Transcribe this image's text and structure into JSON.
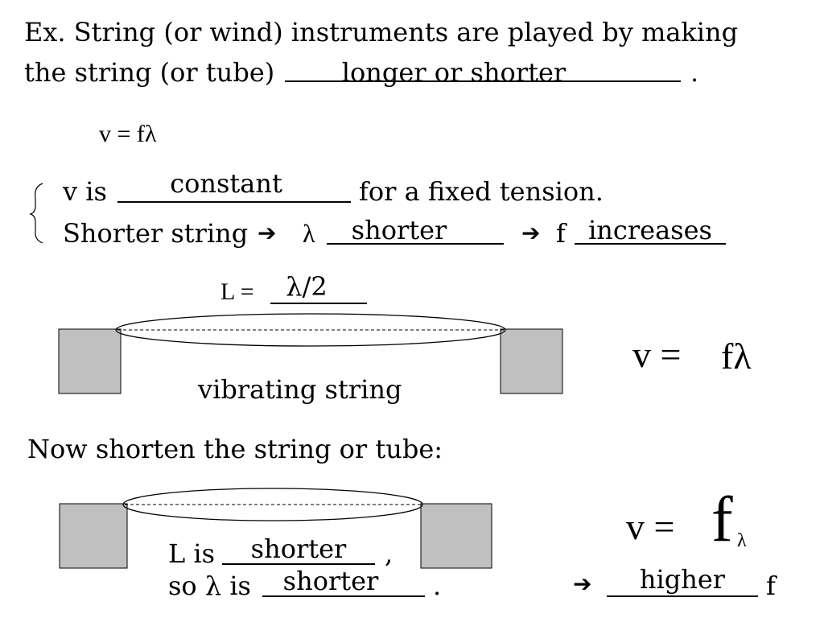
{
  "intro": {
    "line1": "Ex.  String (or wind) instruments are played by making",
    "line2_prefix": "the string (or tube)",
    "line2_answer": "longer or shorter",
    "line2_suffix": "."
  },
  "formula": "v = fλ",
  "bracket_items": {
    "v_prefix": "v is",
    "v_answer": "constant",
    "v_suffix": "for a fixed tension.",
    "shorter_prefix": "Shorter string",
    "arrow": "➔",
    "lambda": "λ",
    "lambda_answer": "shorter",
    "f_label": "f",
    "f_answer": "increases"
  },
  "diagram1": {
    "l_prefix": "L =",
    "l_answer": "λ/2",
    "caption": "vibrating string",
    "big_v": "v =",
    "big_f_lambda": "fλ"
  },
  "shorten_heading": "Now shorten the string or tube:",
  "diagram2": {
    "l_prefix": "L is",
    "l_answer": "shorter",
    "l_suffix": ",",
    "so_prefix": "so λ is",
    "so_answer": "shorter",
    "so_suffix": ".",
    "big_v": "v =",
    "big_f": "f",
    "small_lambda": "λ",
    "arrow": "➔",
    "higher_answer": "higher",
    "f_label": "f"
  },
  "colors": {
    "block_fill": "#c0c0c0",
    "line": "#000000"
  }
}
